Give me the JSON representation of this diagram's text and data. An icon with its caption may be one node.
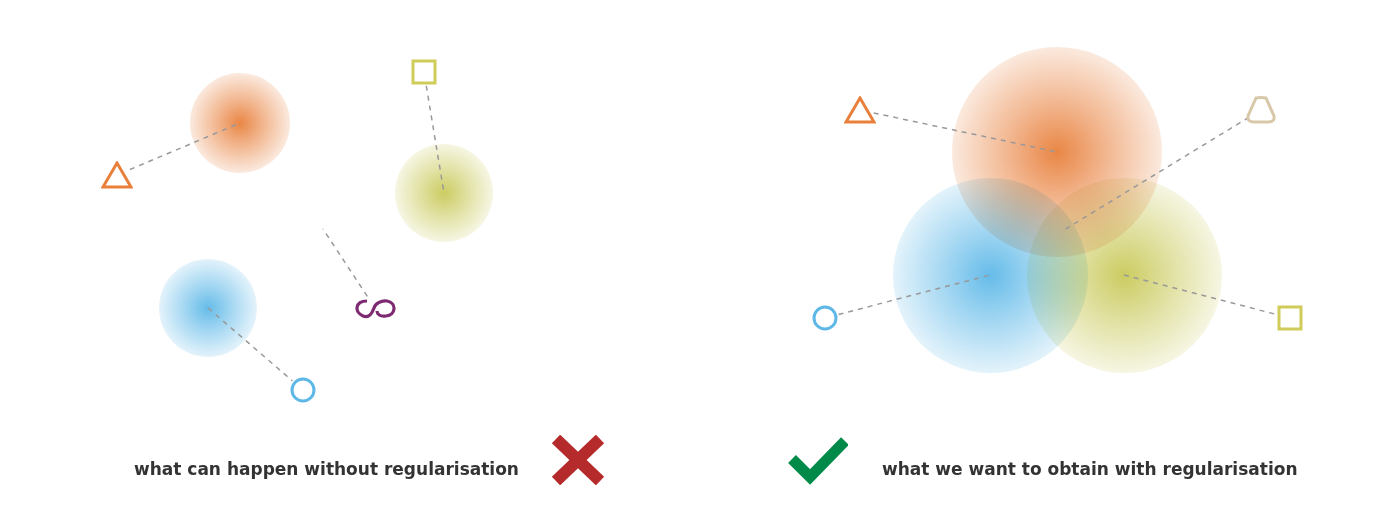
{
  "diagram": {
    "nodes": [
      {
        "text": [],
        "shape": "triangle"
      },
      {
        "text": [],
        "shape": "blob"
      },
      {
        "text": [],
        "shape": "box"
      },
      {
        "text": [],
        "shape": "blob"
      },
      {
        "text": [],
        "shape": "blob"
      },
      {
        "text": [],
        "shape": "squiggle"
      },
      {
        "text": [],
        "shape": "circle"
      },
      {
        "text": [],
        "shape": "triangle"
      },
      {
        "text": [],
        "shape": "blob"
      },
      {
        "text": [],
        "shape": "rounded-triangle"
      },
      {
        "text": [],
        "shape": "blob"
      },
      {
        "text": [],
        "shape": "blob"
      },
      {
        "text": [],
        "shape": "circle"
      },
      {
        "text": [],
        "shape": "box"
      }
    ],
    "edges": [
      {
        "from": 0,
        "to": 1,
        "arrow": "none",
        "style": "dashed"
      },
      {
        "from": 2,
        "to": 3,
        "arrow": "none",
        "style": "dashed"
      },
      {
        "from": 4,
        "to": 6,
        "arrow": "none",
        "style": "dashed"
      },
      {
        "from": 5,
        "to": null,
        "arrow": "none",
        "style": "dashed"
      },
      {
        "from": 7,
        "to": 8,
        "arrow": "none",
        "style": "dashed"
      },
      {
        "from": 9,
        "to": 10,
        "arrow": "none",
        "style": "dashed"
      },
      {
        "from": 12,
        "to": 10,
        "arrow": "none",
        "style": "dashed"
      },
      {
        "from": 11,
        "to": 13,
        "arrow": "none",
        "style": "dashed"
      }
    ],
    "labels": [
      "what can happen without regularisation",
      "what we want to obtain with regularisation"
    ]
  }
}
